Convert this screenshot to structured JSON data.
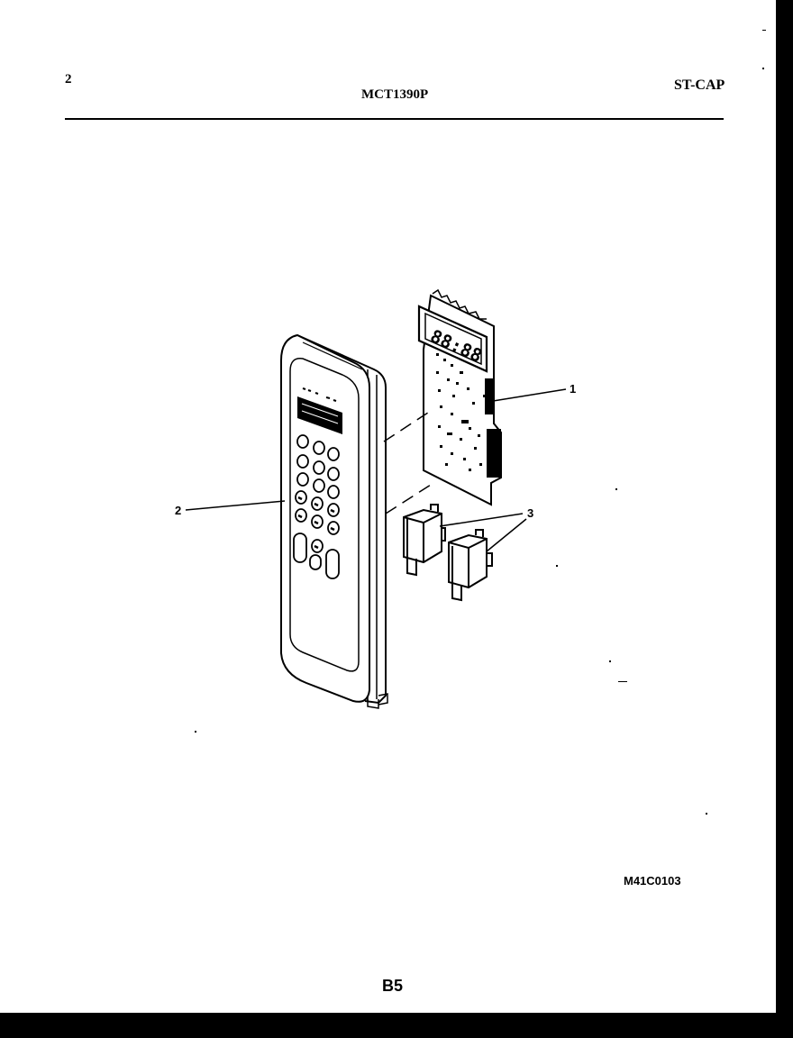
{
  "header": {
    "page_number": "2",
    "model_number": "MCT1390P",
    "section_code": "ST-CAP"
  },
  "diagram": {
    "callouts": [
      "1",
      "2",
      "3"
    ],
    "display_digits": "88:88"
  },
  "footer": {
    "reference_code": "M41C0103",
    "page_code": "B5"
  }
}
